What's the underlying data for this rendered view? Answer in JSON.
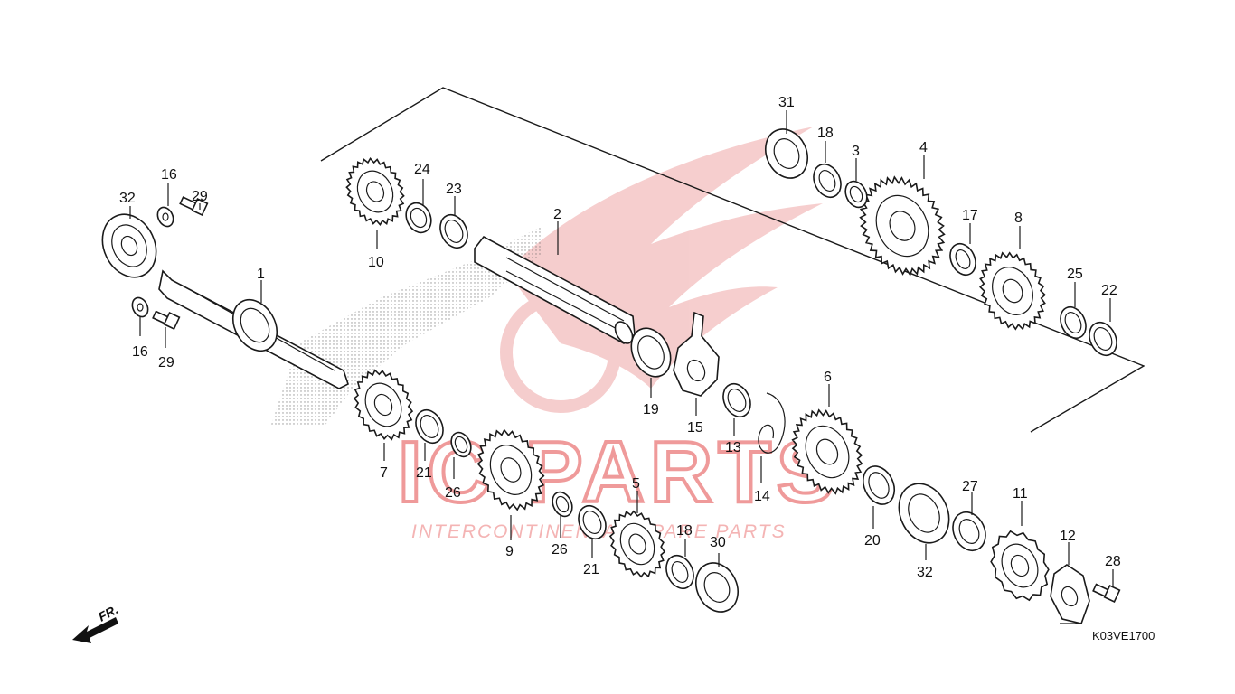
{
  "diagram": {
    "code": "K03VE1700",
    "direction_label": "FR.",
    "watermark": {
      "logo_text": "IC PARTS",
      "tagline": "INTERCONTINENTAL SPARE PARTS"
    },
    "callouts": [
      {
        "id": "c1",
        "label": "1"
      },
      {
        "id": "c2",
        "label": "2"
      },
      {
        "id": "c3",
        "label": "3"
      },
      {
        "id": "c4",
        "label": "4"
      },
      {
        "id": "c5",
        "label": "5"
      },
      {
        "id": "c6",
        "label": "6"
      },
      {
        "id": "c7",
        "label": "7"
      },
      {
        "id": "c8",
        "label": "8"
      },
      {
        "id": "c9",
        "label": "9"
      },
      {
        "id": "c10",
        "label": "10"
      },
      {
        "id": "c11",
        "label": "11"
      },
      {
        "id": "c12",
        "label": "12"
      },
      {
        "id": "c13",
        "label": "13"
      },
      {
        "id": "c14",
        "label": "14"
      },
      {
        "id": "c15",
        "label": "15"
      },
      {
        "id": "c16a",
        "label": "16"
      },
      {
        "id": "c16b",
        "label": "16"
      },
      {
        "id": "c17",
        "label": "17"
      },
      {
        "id": "c18a",
        "label": "18"
      },
      {
        "id": "c18b",
        "label": "18"
      },
      {
        "id": "c19",
        "label": "19"
      },
      {
        "id": "c20",
        "label": "20"
      },
      {
        "id": "c21a",
        "label": "21"
      },
      {
        "id": "c21b",
        "label": "21"
      },
      {
        "id": "c22",
        "label": "22"
      },
      {
        "id": "c23",
        "label": "23"
      },
      {
        "id": "c24",
        "label": "24"
      },
      {
        "id": "c25",
        "label": "25"
      },
      {
        "id": "c26a",
        "label": "26"
      },
      {
        "id": "c26b",
        "label": "26"
      },
      {
        "id": "c27",
        "label": "27"
      },
      {
        "id": "c28",
        "label": "28"
      },
      {
        "id": "c29a",
        "label": "29"
      },
      {
        "id": "c29b",
        "label": "29"
      },
      {
        "id": "c30",
        "label": "30"
      },
      {
        "id": "c31",
        "label": "31"
      },
      {
        "id": "c32a",
        "label": "32"
      },
      {
        "id": "c32b",
        "label": "32"
      }
    ]
  }
}
